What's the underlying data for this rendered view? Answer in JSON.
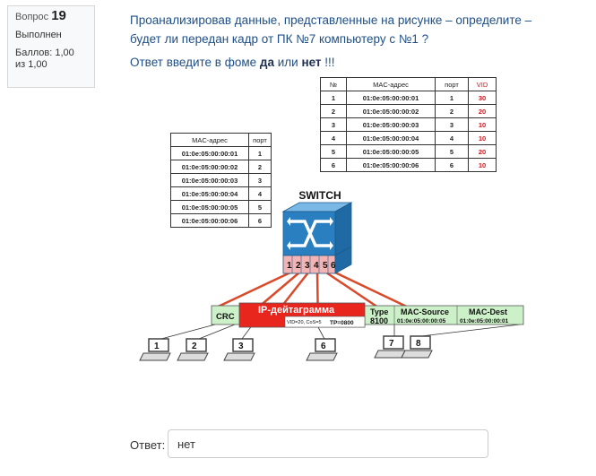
{
  "info": {
    "question_label": "Вопрос",
    "question_number": "19",
    "status": "Выполнен",
    "score": "Баллов: 1,00 из 1,00"
  },
  "question": {
    "line1": "Проанализировав данные, представленные на рисунке – определите – будет ли передан кадр от ПК №7 компьютеру с №1 ?",
    "line2_prefix": "Ответ введите в фоме ",
    "line2_yes": "да",
    "line2_or": " или ",
    "line2_no": "нет",
    "line2_suffix": " !!!"
  },
  "table_left": {
    "headers": [
      "MAC-адрес",
      "порт"
    ],
    "rows": [
      [
        "01:0e:05:00:00:01",
        "1"
      ],
      [
        "01:0e:05:00:00:02",
        "2"
      ],
      [
        "01:0e:05:00:00:03",
        "3"
      ],
      [
        "01:0e:05:00:00:04",
        "4"
      ],
      [
        "01:0e:05:00:00:05",
        "5"
      ],
      [
        "01:0e:05:00:00:06",
        "6"
      ]
    ]
  },
  "table_right": {
    "headers": [
      "№",
      "MAC-адрес",
      "порт",
      "VID"
    ],
    "rows": [
      [
        "1",
        "01:0e:05:00:00:01",
        "1",
        "30"
      ],
      [
        "2",
        "01:0e:05:00:00:02",
        "2",
        "20"
      ],
      [
        "3",
        "01:0e:05:00:00:03",
        "3",
        "10"
      ],
      [
        "4",
        "01:0e:05:00:00:04",
        "4",
        "10"
      ],
      [
        "5",
        "01:0e:05:00:00:05",
        "5",
        "20"
      ],
      [
        "6",
        "01:0e:05:00:00:06",
        "6",
        "10"
      ]
    ]
  },
  "diagram": {
    "switch_label": "SWITCH",
    "ports": [
      "1",
      "2",
      "3",
      "4",
      "5",
      "6"
    ],
    "frame": {
      "crc": "CRC",
      "ip": "IP-дейтаграмма",
      "vid_info": "VID=20, CoS=5",
      "tp": "TP=0800",
      "type_label": "Type",
      "type_value": "8100",
      "mac_source_label": "MAC-Source",
      "mac_source_value": "01:0e:05:00:00:05",
      "mac_dest_label": "MAC-Dest",
      "mac_dest_value": "01:0e:05:00:00:01"
    },
    "pcs": [
      "1",
      "2",
      "3",
      "6",
      "7",
      "8"
    ]
  },
  "answer": {
    "label": "Ответ:",
    "value": "нет"
  },
  "colors": {
    "link_text": "#1f4f86",
    "switch_blue": "#2a7fc0",
    "ip_red": "#e8261e",
    "frame_green": "#ccf0c8",
    "vid_red": "#d0131a",
    "wire": "#d94a2a"
  }
}
